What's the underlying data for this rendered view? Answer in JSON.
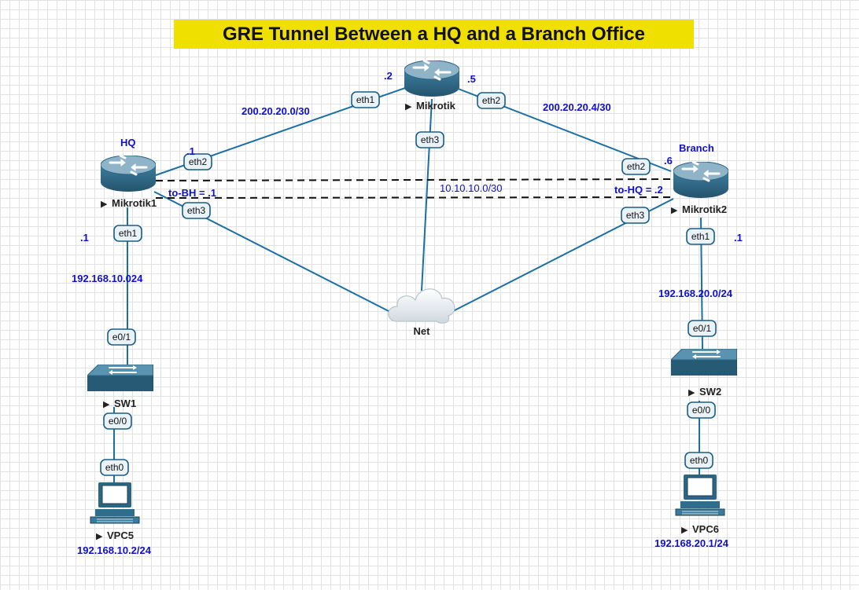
{
  "title": "GRE Tunnel Between a HQ and a Branch Office",
  "devices": {
    "mikrotik": "Mikrotik",
    "mikrotik1": "Mikrotik1",
    "mikrotik2": "Mikrotik2",
    "sw1": "SW1",
    "sw2": "SW2",
    "vpc5": "VPC5",
    "vpc6": "VPC6",
    "net": "Net"
  },
  "site_labels": {
    "hq": "HQ",
    "branch": "Branch"
  },
  "ports": {
    "mikrotik_eth1": "eth1",
    "mikrotik_eth2": "eth2",
    "mikrotik_eth3": "eth3",
    "m1_eth2": "eth2",
    "m1_eth3": "eth3",
    "m1_eth1": "eth1",
    "m2_eth2": "eth2",
    "m2_eth3": "eth3",
    "m2_eth1": "eth1",
    "sw1_e01": "e0/1",
    "sw1_e00": "e0/0",
    "vpc5_eth0": "eth0",
    "sw2_e01": "e0/1",
    "sw2_e00": "e0/0",
    "vpc6_eth0": "eth0"
  },
  "labels": {
    "ip_dot2_top": ".2",
    "ip_dot5_top": ".5",
    "net_left": "200.20.20.0/30",
    "net_right": "200.20.20.4/30",
    "m1_dot1": ".1",
    "m2_dot6": ".6",
    "tunnel_net": "10.10.10.0/30",
    "to_bh": "to-BH = .1",
    "to_hq": "to-HQ = .2",
    "m1_lan_dot1": ".1",
    "m2_lan_dot1": ".1",
    "lan_left": "192.168.10.024",
    "lan_right": "192.168.20.0/24",
    "vpc5_ip": "192.168.10.2/24",
    "vpc6_ip": "192.168.20.1/24"
  },
  "colors": {
    "title_bg": "#f0e000",
    "link": "#1b6fa3",
    "device_fill": "#2e6e8e",
    "label_blue": "#1010cc"
  },
  "icons": [
    "router-icon",
    "switch-icon",
    "computer-icon",
    "cloud-icon",
    "play-icon"
  ]
}
